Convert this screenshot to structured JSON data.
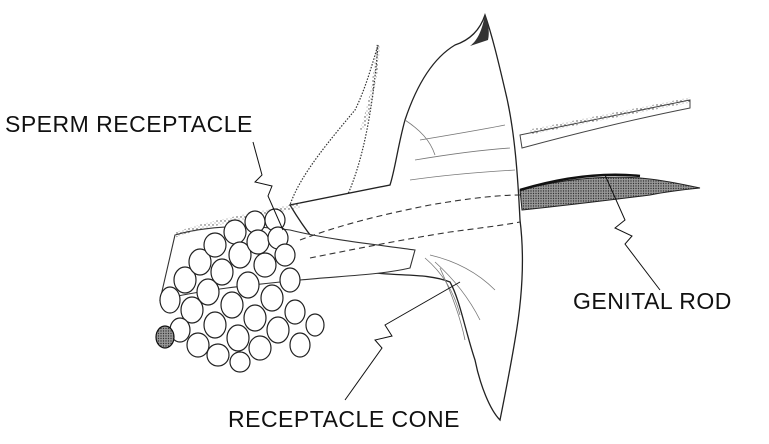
{
  "labels": {
    "sperm_receptacle": "SPERM RECEPTACLE",
    "genital_rod": "GENITAL ROD",
    "receptacle_cone": "RECEPTACLE CONE"
  },
  "colors": {
    "ink": "#111111",
    "background": "#ffffff",
    "stipple": "#555555"
  }
}
